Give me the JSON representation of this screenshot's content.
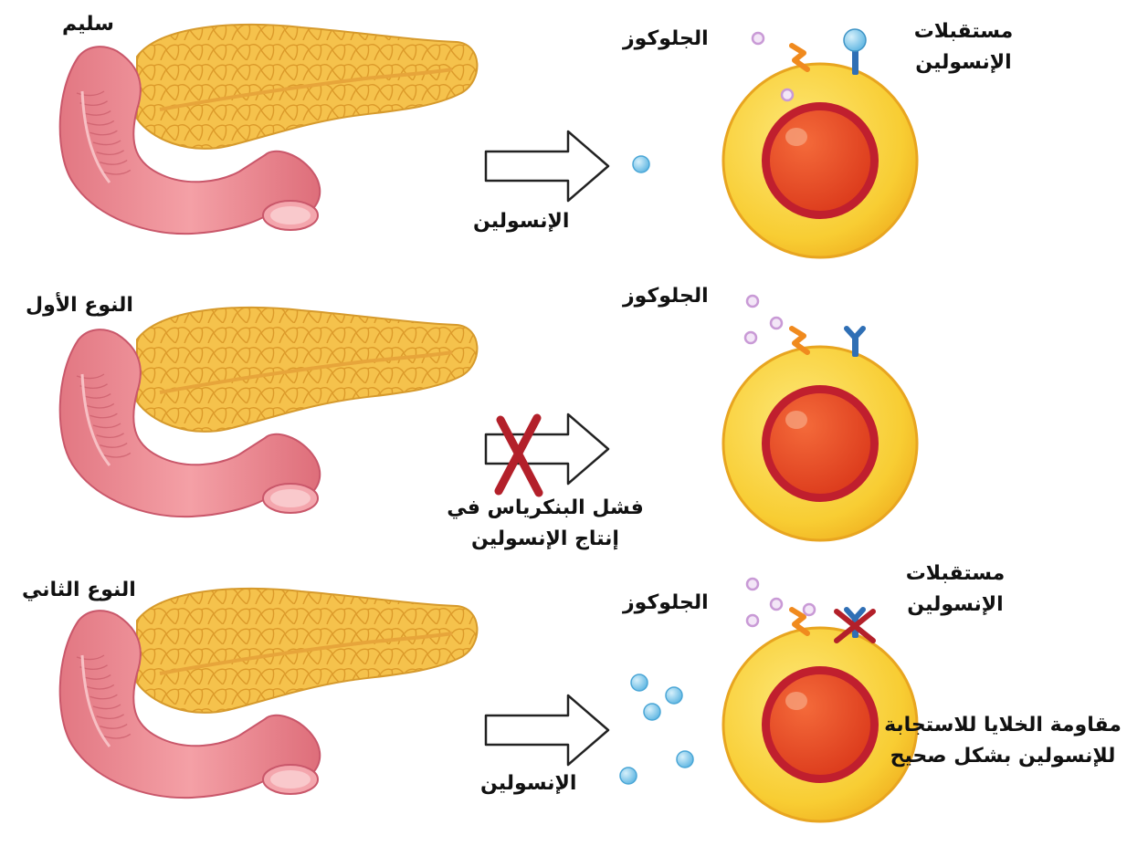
{
  "rows": [
    {
      "condition": "سليم",
      "glucose_label": "الجلوكوز",
      "receptors_label": "مستقبلات الإنسولين",
      "insulin_label": "الإنسولين",
      "insulin_produced": true,
      "receptor_state": "bound"
    },
    {
      "condition": "النوع الأول",
      "glucose_label": "الجلوكوز",
      "failure_label": "فشل البنكرياس في إنتاج الإنسولين",
      "insulin_produced": false,
      "receptor_state": "empty"
    },
    {
      "condition": "النوع الثاني",
      "glucose_label": "الجلوكوز",
      "receptors_label": "مستقبلات الإنسولين",
      "insulin_label": "الإنسولين",
      "resistance_label": "مقاومة الخلايا للاستجابة للإنسولين بشكل صحيح",
      "insulin_produced": true,
      "receptor_state": "blocked"
    }
  ],
  "colors": {
    "pancreas": "#f2bf4a",
    "duodenum": "#ec8a92",
    "cell": "#f9d23e",
    "nucleus": "#e53b22",
    "insulin": "#7cc7ec",
    "glucose": "#c99ad6",
    "receptor": "#2f6fb5",
    "cross": "#b3202a"
  }
}
